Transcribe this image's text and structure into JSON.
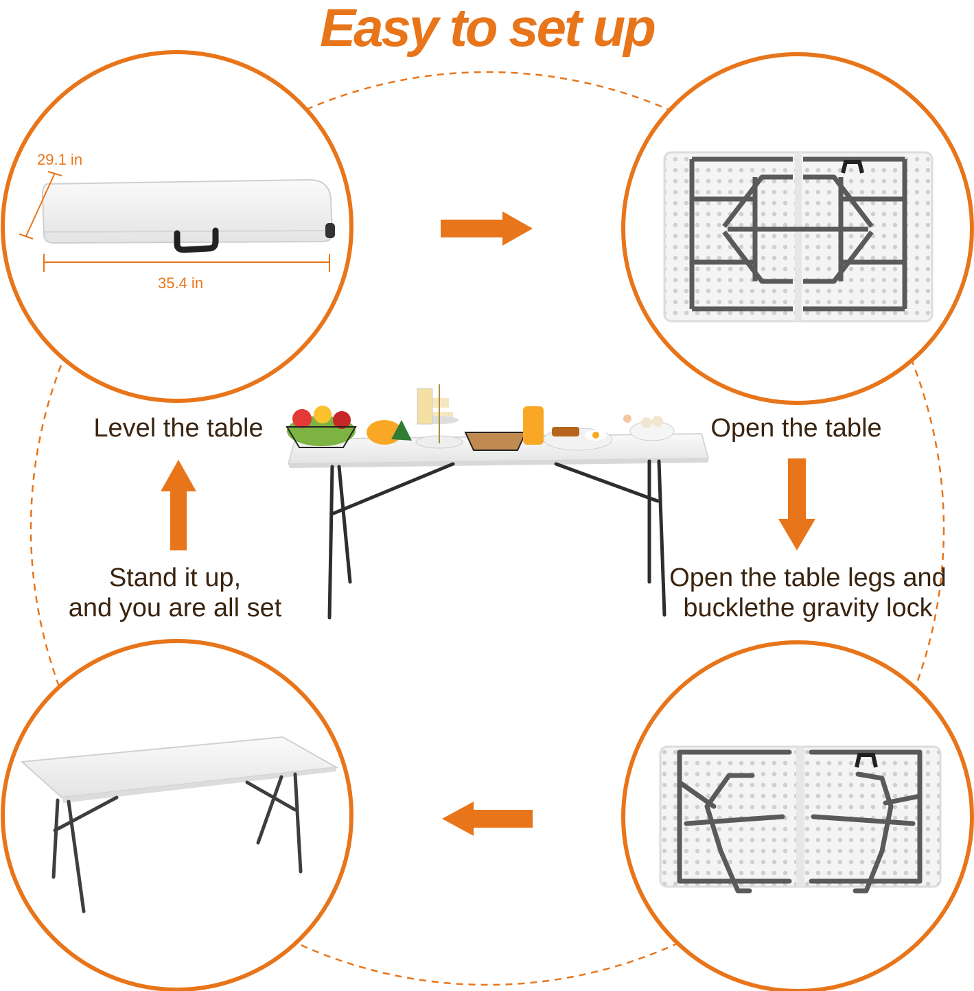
{
  "title": "Easy to set up",
  "colors": {
    "accent": "#e8751a",
    "text_dark": "#3a2410",
    "table_white": "#f2f2f2",
    "frame_gray": "#555555"
  },
  "dimensions": {
    "depth": "29.1 in",
    "width": "35.4 in"
  },
  "steps": {
    "open_table": "Open the table",
    "open_legs_line1": "Open the table legs and",
    "open_legs_line2": "bucklethe gravity lock",
    "stand_up_line1": "Stand it up,",
    "stand_up_line2": "and you  are all set",
    "level_table": "Level the table"
  },
  "icons": [
    "arrow-right-icon",
    "arrow-down-icon",
    "arrow-left-icon",
    "arrow-up-icon"
  ]
}
